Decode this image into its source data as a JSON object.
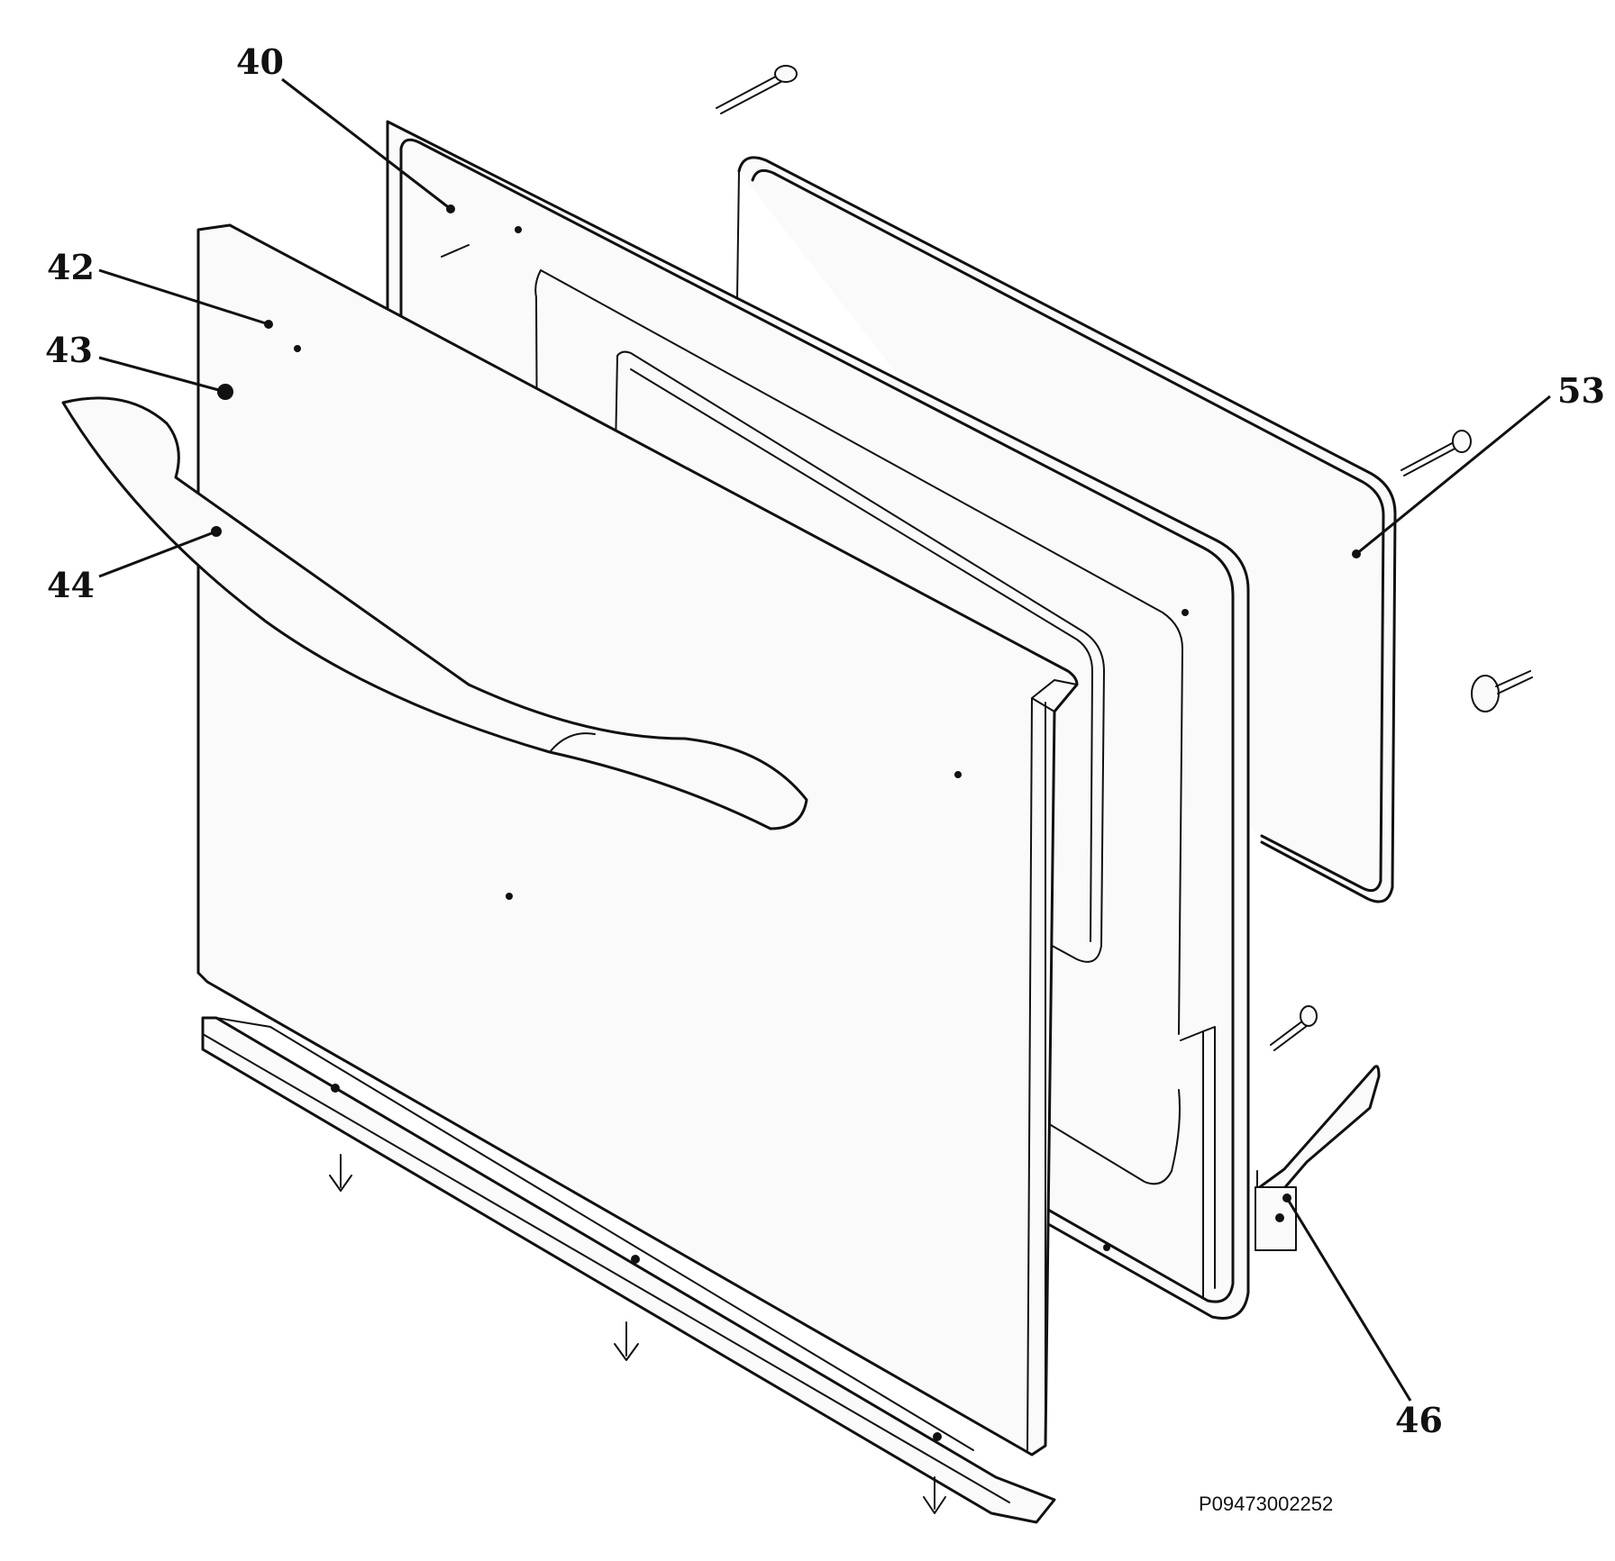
{
  "diagram": {
    "type": "exploded parts diagram",
    "callouts": [
      {
        "id": "c40",
        "label": "40"
      },
      {
        "id": "c42",
        "label": "42"
      },
      {
        "id": "c43",
        "label": "43"
      },
      {
        "id": "c44",
        "label": "44"
      },
      {
        "id": "c53",
        "label": "53"
      },
      {
        "id": "c46",
        "label": "46"
      }
    ],
    "drawing_code": "P09473002252"
  }
}
